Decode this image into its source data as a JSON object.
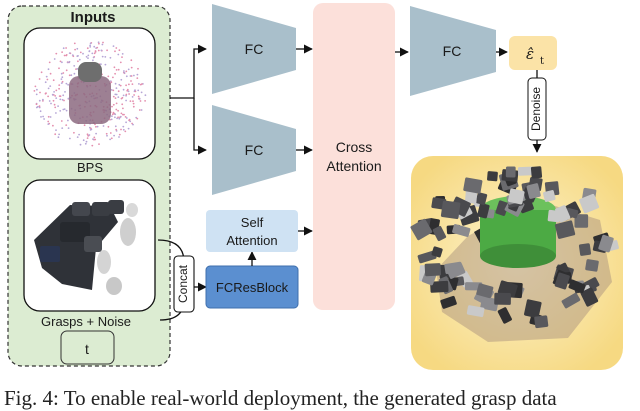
{
  "inputs_title": "Inputs",
  "bps_label": "BPS",
  "grasps_label": "Grasps + Noise",
  "t_label": "t",
  "concat_label": "Concat",
  "fc_label": "FC",
  "self_attention_line1": "Self",
  "self_attention_line2": "Attention",
  "fcresblock_label": "FCResBlock",
  "cross_attention_line1": "Cross",
  "cross_attention_line2": "Attention",
  "output_symbol": "ε̂",
  "output_subscript": "t",
  "denoise_label": "Denoise",
  "caption": "Fig. 4: To enable real-world deployment, the generated grasp data",
  "colors": {
    "inputs_bg": "#dcecd2",
    "fc_trapezoid": "#a9bfcb",
    "self_attention_box": "#cfe2f3",
    "fcresblock_box": "#5b8fd0",
    "cross_attention_box": "#fce0da",
    "output_box": "#fbe3a7",
    "result_bg": "#fbe7a5"
  }
}
